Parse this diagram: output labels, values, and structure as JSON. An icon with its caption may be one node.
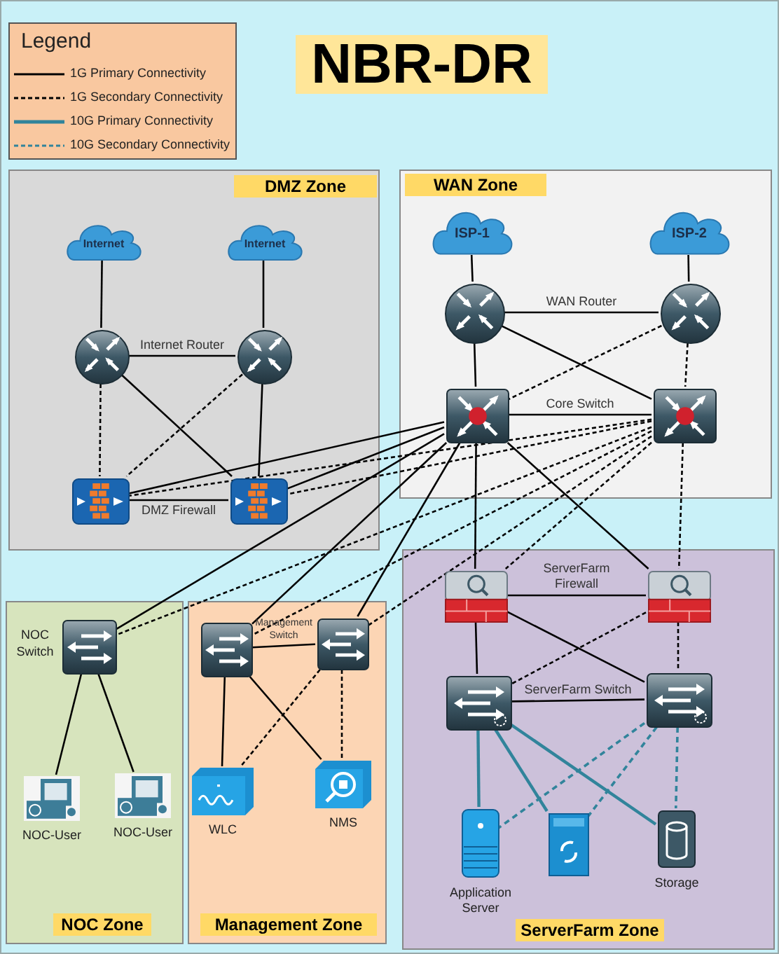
{
  "diagram": {
    "title": "NBR-DR",
    "nodes": [
      {
        "text": [
          "DMZ Zone"
        ]
      },
      {
        "text": [
          "Internet"
        ],
        "in": 0
      },
      {
        "text": [
          "Internet"
        ],
        "in": 0
      },
      {
        "text": [],
        "shape": "circle",
        "in": 0
      },
      {
        "text": [],
        "shape": "circle",
        "in": 0
      },
      {
        "text": [],
        "shape": "box",
        "in": 0
      },
      {
        "text": [],
        "shape": "box",
        "in": 0
      },
      {
        "text": [
          "WAN Zone"
        ]
      },
      {
        "text": [
          "ISP-1"
        ],
        "in": 7
      },
      {
        "text": [
          "ISP-2"
        ],
        "in": 7
      },
      {
        "text": [],
        "shape": "circle",
        "in": 7
      },
      {
        "text": [],
        "shape": "circle",
        "in": 7
      },
      {
        "text": [],
        "shape": "box",
        "in": 7
      },
      {
        "text": [],
        "shape": "box",
        "in": 7
      },
      {
        "text": [
          "NOC Zone"
        ]
      },
      {
        "text": [],
        "shape": "box",
        "in": 14,
        "beside": [
          "NOC Switch"
        ]
      },
      {
        "text": [
          "NOC-User"
        ],
        "in": 14
      },
      {
        "text": [
          "NOC-User"
        ],
        "in": 14
      },
      {
        "text": [
          "Management Zone"
        ]
      },
      {
        "text": [],
        "shape": "box",
        "in": 18
      },
      {
        "text": [],
        "shape": "box",
        "in": 18
      },
      {
        "text": [
          "WLC"
        ],
        "in": 18
      },
      {
        "text": [
          "NMS"
        ],
        "in": 18
      },
      {
        "text": [
          "ServerFarm Zone"
        ]
      },
      {
        "text": [],
        "shape": "box",
        "in": 23
      },
      {
        "text": [],
        "shape": "box",
        "in": 23
      },
      {
        "text": [],
        "shape": "box",
        "in": 23
      },
      {
        "text": [],
        "shape": "box",
        "in": 23
      },
      {
        "text": [
          "Application Server"
        ],
        "in": 23
      },
      {
        "text": [],
        "shape": "box",
        "in": 23
      },
      {
        "text": [
          "Storage"
        ],
        "in": 23
      }
    ],
    "edges": [
      {
        "from": 1,
        "to": 3,
        "arrow": "none"
      },
      {
        "from": 2,
        "to": 4,
        "arrow": "none"
      },
      {
        "from": 3,
        "to": 4,
        "arrow": "none",
        "label": "Internet Router"
      },
      {
        "from": 3,
        "to": 5,
        "arrow": "none",
        "style": "dashed"
      },
      {
        "from": 3,
        "to": 6,
        "arrow": "none"
      },
      {
        "from": 4,
        "to": 5,
        "arrow": "none",
        "style": "dashed"
      },
      {
        "from": 4,
        "to": 6,
        "arrow": "none"
      },
      {
        "from": 5,
        "to": 6,
        "arrow": "none",
        "label": "DMZ Firewall"
      },
      {
        "from": 8,
        "to": 10,
        "arrow": "none"
      },
      {
        "from": 9,
        "to": 11,
        "arrow": "none"
      },
      {
        "from": 10,
        "to": 11,
        "arrow": "none",
        "label": "WAN Router"
      },
      {
        "from": 10,
        "to": 12,
        "arrow": "none"
      },
      {
        "from": 10,
        "to": 13,
        "arrow": "none"
      },
      {
        "from": 11,
        "to": 12,
        "arrow": "none",
        "style": "dashed"
      },
      {
        "from": 11,
        "to": 13,
        "arrow": "none",
        "style": "dashed"
      },
      {
        "from": 12,
        "to": 13,
        "arrow": "none",
        "label": "Core Switch"
      },
      {
        "from": 12,
        "to": 5,
        "arrow": "none"
      },
      {
        "from": 12,
        "to": 6,
        "arrow": "none"
      },
      {
        "from": 13,
        "to": 5,
        "arrow": "none",
        "style": "dashed"
      },
      {
        "from": 13,
        "to": 6,
        "arrow": "none",
        "style": "dashed"
      },
      {
        "from": 12,
        "to": 15,
        "arrow": "none"
      },
      {
        "from": 13,
        "to": 15,
        "arrow": "none",
        "style": "dashed"
      },
      {
        "from": 12,
        "to": 19,
        "arrow": "none"
      },
      {
        "from": 13,
        "to": 19,
        "arrow": "none",
        "style": "dashed"
      },
      {
        "from": 12,
        "to": 20,
        "arrow": "none"
      },
      {
        "from": 13,
        "to": 20,
        "arrow": "none",
        "style": "dashed"
      },
      {
        "from": 12,
        "to": 24,
        "arrow": "none"
      },
      {
        "from": 12,
        "to": 25,
        "arrow": "none"
      },
      {
        "from": 13,
        "to": 24,
        "arrow": "none",
        "style": "dashed"
      },
      {
        "from": 13,
        "to": 25,
        "arrow": "none",
        "style": "dashed"
      },
      {
        "from": 15,
        "to": 16,
        "arrow": "none"
      },
      {
        "from": 15,
        "to": 17,
        "arrow": "none"
      },
      {
        "from": 19,
        "to": 20,
        "arrow": "none",
        "label": "Management Switch"
      },
      {
        "from": 19,
        "to": 21,
        "arrow": "none"
      },
      {
        "from": 19,
        "to": 22,
        "arrow": "none"
      },
      {
        "from": 20,
        "to": 21,
        "arrow": "none",
        "style": "dashed"
      },
      {
        "from": 20,
        "to": 22,
        "arrow": "none",
        "style": "dashed"
      },
      {
        "from": 24,
        "to": 25,
        "arrow": "none",
        "label": "ServerFarm Firewall"
      },
      {
        "from": 24,
        "to": 26,
        "arrow": "none"
      },
      {
        "from": 24,
        "to": 27,
        "arrow": "none"
      },
      {
        "from": 25,
        "to": 26,
        "arrow": "none",
        "style": "dashed"
      },
      {
        "from": 25,
        "to": 27,
        "arrow": "none",
        "style": "dashed"
      },
      {
        "from": 26,
        "to": 27,
        "arrow": "none",
        "label": "ServerFarm Switch"
      },
      {
        "from": 26,
        "to": 28,
        "arrow": "none",
        "color": "#31849b"
      },
      {
        "from": 26,
        "to": 29,
        "arrow": "none",
        "color": "#31849b"
      },
      {
        "from": 26,
        "to": 30,
        "arrow": "none",
        "color": "#31849b"
      },
      {
        "from": 27,
        "to": 28,
        "arrow": "none",
        "style": "dashed",
        "color": "#31849b"
      },
      {
        "from": 27,
        "to": 29,
        "arrow": "none",
        "style": "dashed",
        "color": "#31849b"
      },
      {
        "from": 27,
        "to": 30,
        "arrow": "none",
        "style": "dashed",
        "color": "#31849b"
      }
    ],
    "labels": [
      "Legend"
    ],
    "legend": [
      {
        "text": "1G Primary Connectivity"
      },
      {
        "text": "1G Secondary Connectivity"
      },
      {
        "text": "10G Primary Connectivity"
      },
      {
        "text": "10G Secondary Connectivity"
      }
    ]
  }
}
